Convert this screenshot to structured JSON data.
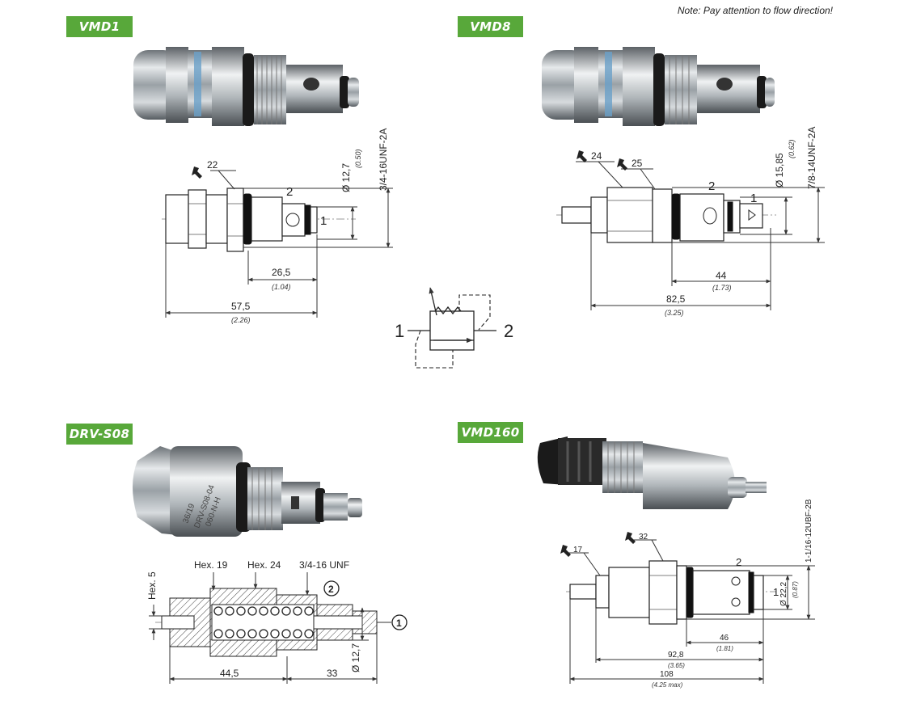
{
  "note": "Note: Pay attention to flow direction!",
  "sections": {
    "vmd1": {
      "label": "VMD1",
      "wrench": "22",
      "thread": "3/4-16UNF-2A",
      "dia": "Ø 12,7",
      "dia_in": "(0.50)",
      "port_top": "2",
      "port_side": "1",
      "len_short": "26,5",
      "len_short_in": "(1.04)",
      "len_total": "57,5",
      "len_total_in": "(2.26)"
    },
    "vmd8": {
      "label": "VMD8",
      "wrench_a": "24",
      "wrench_b": "25",
      "thread": "7/8-14UNF-2A",
      "dia": "Ø 15,85",
      "dia_in": "(0.62)",
      "port_top": "2",
      "port_side": "1",
      "len_short": "44",
      "len_short_in": "(1.73)",
      "len_total": "82,5",
      "len_total_in": "(3.25)"
    },
    "drv": {
      "label": "DRV-S08",
      "hex_a": "Hex. 19",
      "hex_b": "Hex. 24",
      "thread": "3/4-16 UNF",
      "hex_side": "Hex. 5",
      "port_2": "2",
      "port_1": "1",
      "dia": "Ø 12,7",
      "len_a": "44,5",
      "len_b": "33",
      "engraving": [
        "36/19",
        "DRV-S08-04",
        "060-N-H"
      ]
    },
    "vmd160": {
      "label": "VMD160",
      "wrench_a": "17",
      "wrench_b": "32",
      "thread": "1-1/16-12UBF-2B",
      "dia": "Ø 22,2",
      "dia_in": "(0.87)",
      "port_top": "2",
      "port_side": "1",
      "len_a": "46",
      "len_a_in": "(1.81)",
      "len_b": "92,8",
      "len_b_in": "(3.65)",
      "len_c": "108",
      "len_c_in": "(4.25 max)"
    },
    "symbol": {
      "port_left": "1",
      "port_right": "2"
    }
  },
  "colors": {
    "tag_green": "#58a83a",
    "steel": "#b9bfc4",
    "seal_blue": "#6aa0c8"
  }
}
